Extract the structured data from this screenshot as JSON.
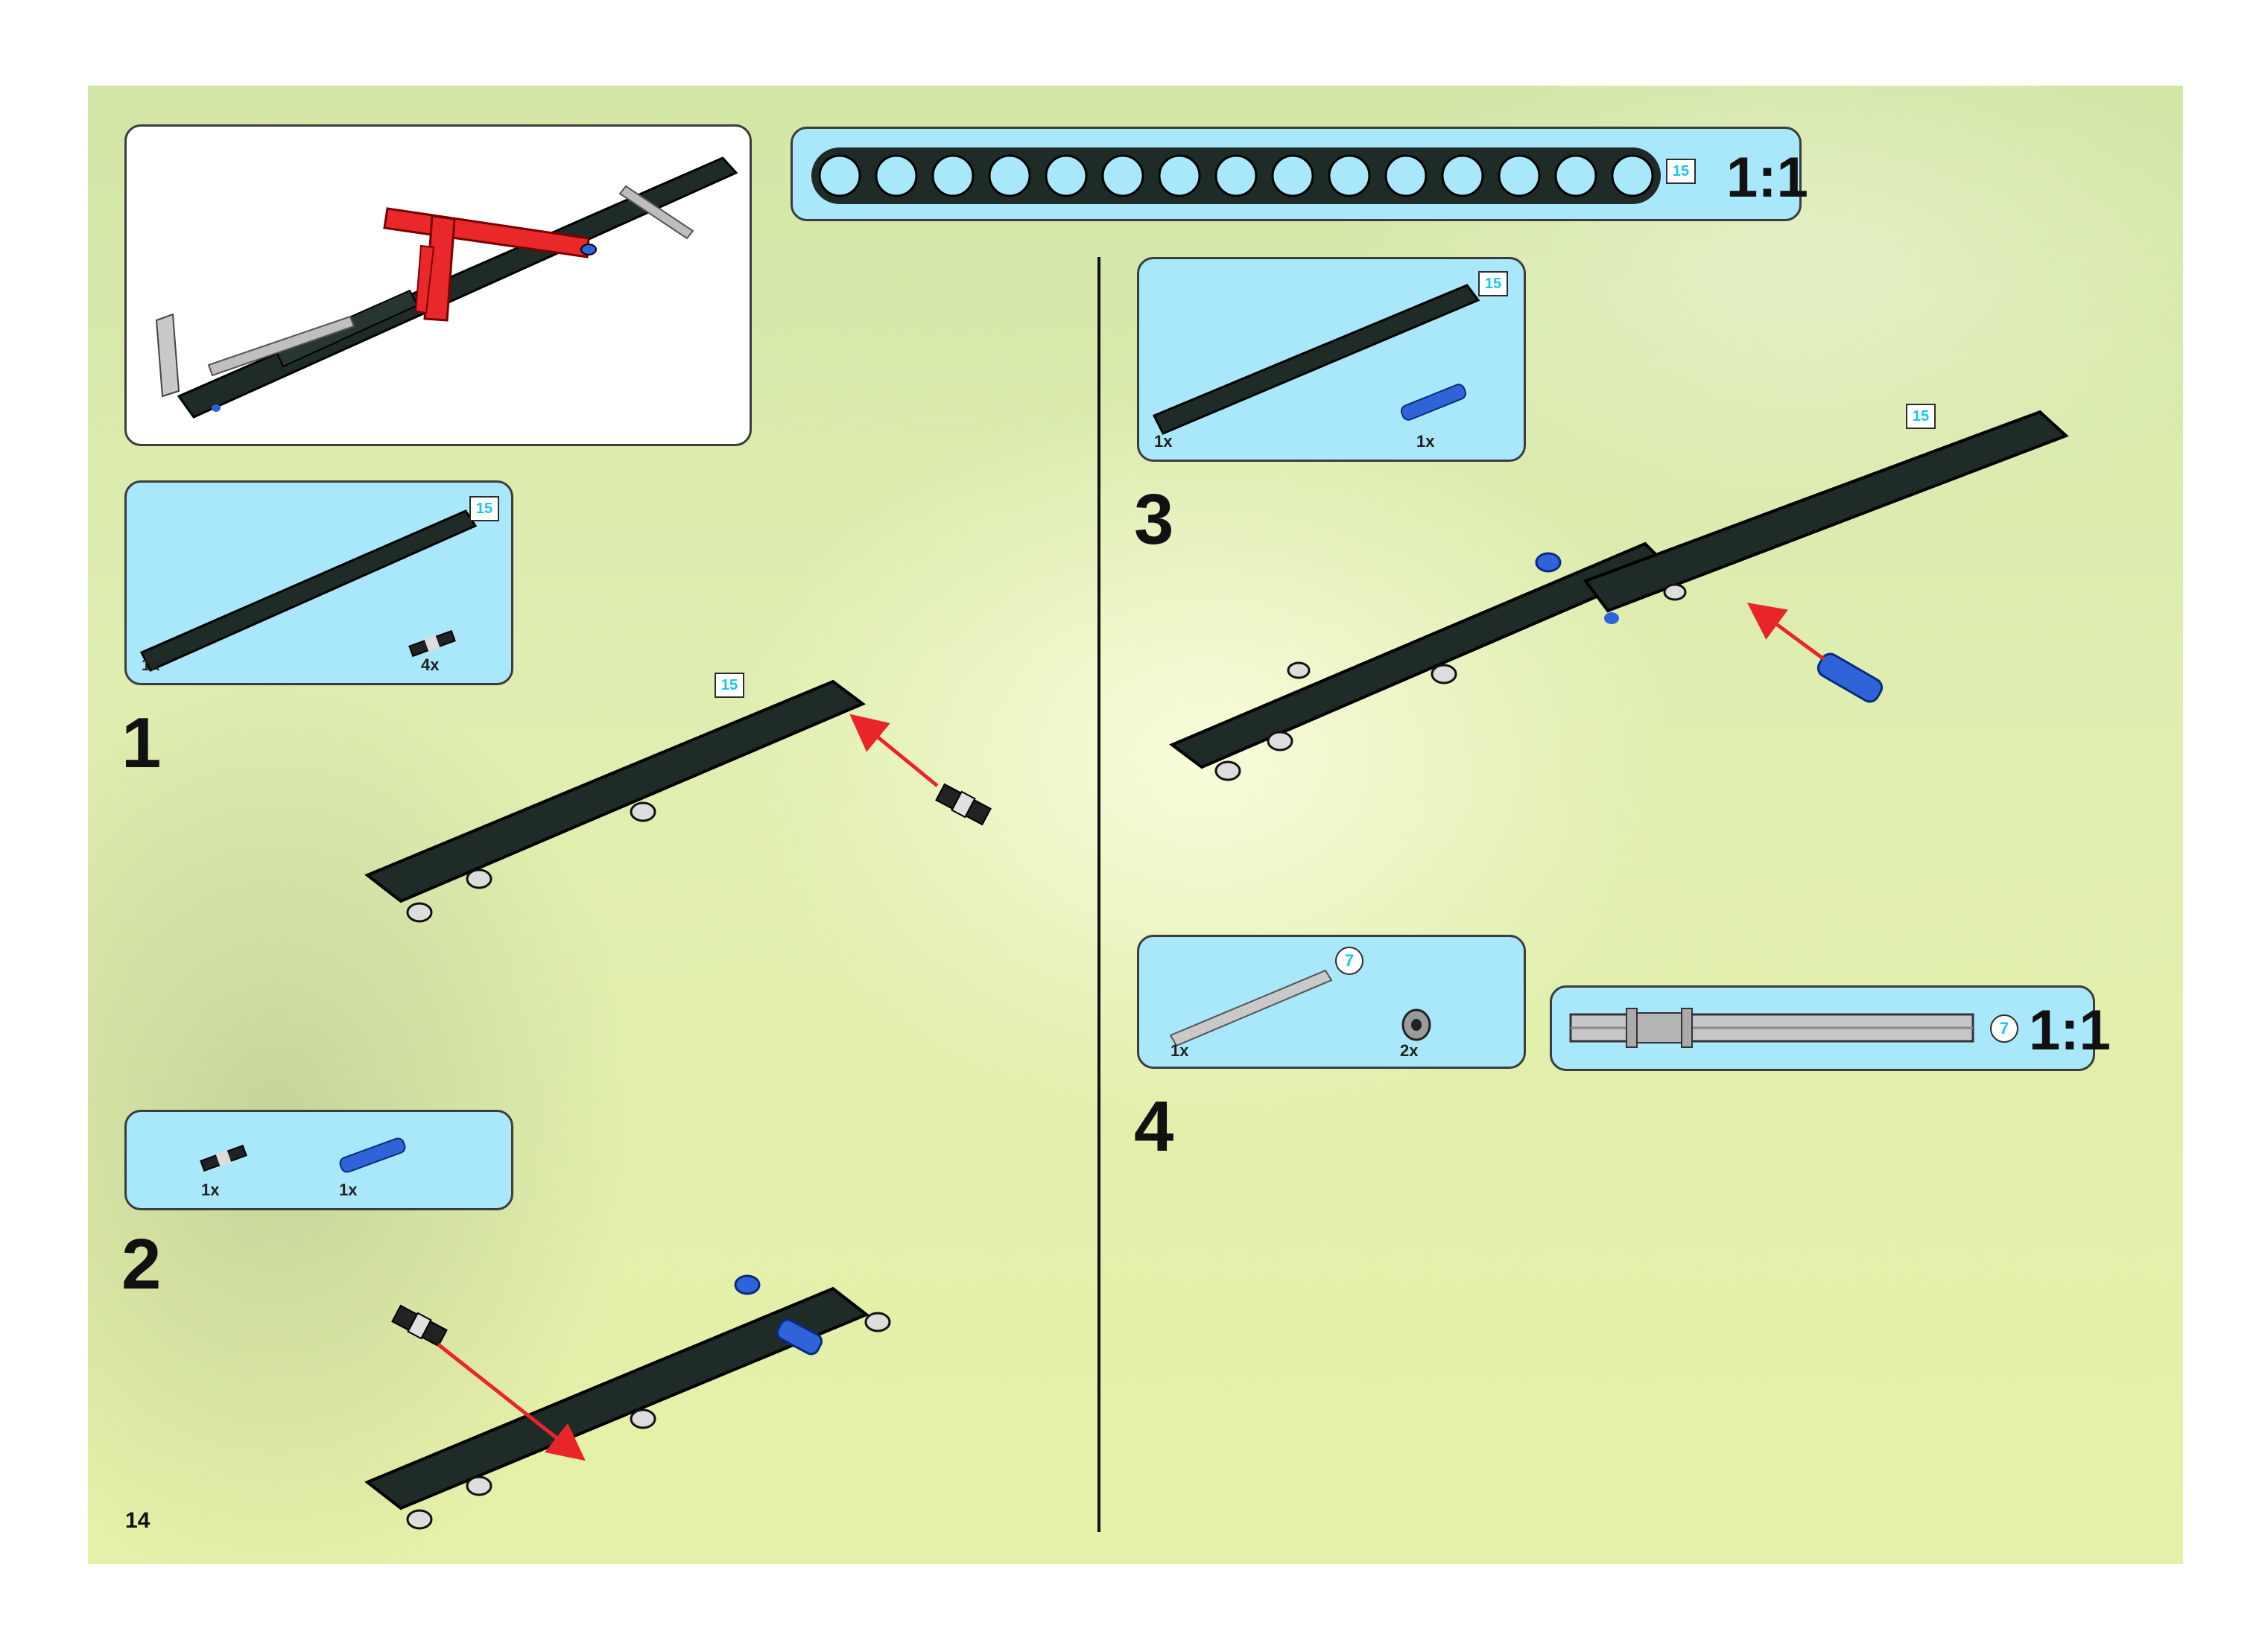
{
  "page_number": "14",
  "preview": {
    "caption": ""
  },
  "beam_scale": {
    "label": "1:1",
    "length_tag": "15"
  },
  "axle_scale": {
    "label": "1:1",
    "length_tag": "7"
  },
  "steps": [
    {
      "number": "1",
      "parts": [
        {
          "qty": "1x",
          "part": "beam-15"
        },
        {
          "qty": "4x",
          "part": "friction-pin"
        }
      ],
      "length_tag": "15",
      "callout_tag": "15"
    },
    {
      "number": "2",
      "parts": [
        {
          "qty": "1x",
          "part": "friction-pin"
        },
        {
          "qty": "1x",
          "part": "blue-axle-pin"
        }
      ]
    },
    {
      "number": "3",
      "parts": [
        {
          "qty": "1x",
          "part": "beam-15"
        },
        {
          "qty": "1x",
          "part": "blue-axle-pin"
        }
      ],
      "length_tag": "15",
      "callout_tag": "15"
    },
    {
      "number": "4",
      "parts": [
        {
          "qty": "1x",
          "part": "axle-7"
        },
        {
          "qty": "2x",
          "part": "bush"
        }
      ],
      "length_tag": "7"
    }
  ],
  "colors": {
    "beam": "#1e2b27",
    "callout_bg": "#a9e8fb",
    "arrow": "#e8262a",
    "blue_part": "#2f64d8",
    "red_part": "#e8282a",
    "tag_text": "#19c6e8"
  }
}
